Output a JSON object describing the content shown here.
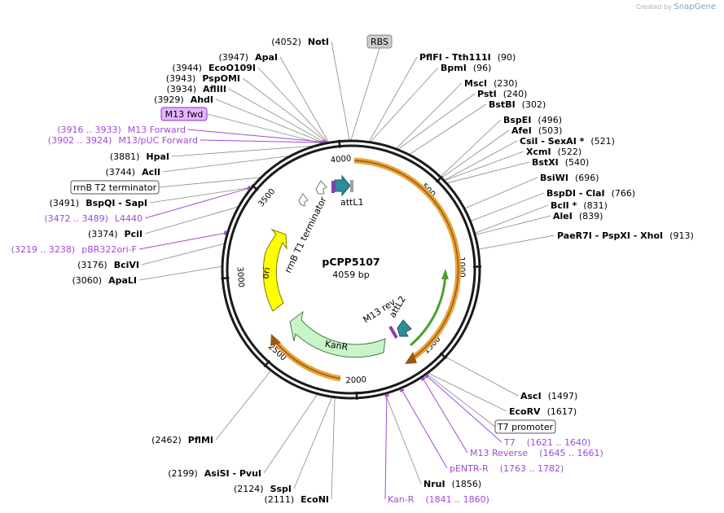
{
  "credit": {
    "prefix": "Created by",
    "brand": "SnapGene"
  },
  "plasmid": {
    "name": "pCPP5107",
    "length_label": "4059 bp",
    "length": 4059
  },
  "ticks": [
    {
      "pos": 500,
      "label": "500"
    },
    {
      "pos": 1000,
      "label": "1000"
    },
    {
      "pos": 1500,
      "label": "1500"
    },
    {
      "pos": 2000,
      "label": "2000"
    },
    {
      "pos": 2500,
      "label": "2500"
    },
    {
      "pos": 3000,
      "label": "3000"
    },
    {
      "pos": 3500,
      "label": "3500"
    },
    {
      "pos": 4000,
      "label": "4000"
    }
  ],
  "sites": [
    {
      "name": "NotI",
      "pos": "(4052)",
      "side": "left"
    },
    {
      "name": "ApaI",
      "pos": "(3947)",
      "side": "left"
    },
    {
      "name": "EcoO109I",
      "pos": "(3944)",
      "side": "left"
    },
    {
      "name": "PspOMI",
      "pos": "(3943)",
      "side": "left"
    },
    {
      "name": "AflIII",
      "pos": "(3934)",
      "side": "left"
    },
    {
      "name": "AhdI",
      "pos": "(3929)",
      "side": "left"
    },
    {
      "name": "HpaI",
      "pos": "(3881)",
      "side": "left"
    },
    {
      "name": "AclI",
      "pos": "(3744)",
      "side": "left"
    },
    {
      "name": "BspQI  - SapI",
      "pos": "(3491)",
      "side": "left"
    },
    {
      "name": "PciI",
      "pos": "(3374)",
      "side": "left"
    },
    {
      "name": "BciVI",
      "pos": "(3176)",
      "side": "left"
    },
    {
      "name": "ApaLI",
      "pos": "(3060)",
      "side": "left"
    },
    {
      "name": "PflMI",
      "pos": "(2462)",
      "side": "left"
    },
    {
      "name": "AsiSI  - PvuI",
      "pos": "(2199)",
      "side": "left"
    },
    {
      "name": "SspI",
      "pos": "(2124)",
      "side": "left"
    },
    {
      "name": "EcoNI",
      "pos": "(2111)",
      "side": "left"
    },
    {
      "name": "PflFI  - Tth111I",
      "pos": "(90)",
      "side": "right"
    },
    {
      "name": "BpmI",
      "pos": "(96)",
      "side": "right"
    },
    {
      "name": "MscI",
      "pos": "(230)",
      "side": "right"
    },
    {
      "name": "PstI",
      "pos": "(240)",
      "side": "right"
    },
    {
      "name": "BstBI",
      "pos": "(302)",
      "side": "right"
    },
    {
      "name": "BspEI",
      "pos": "(496)",
      "side": "right"
    },
    {
      "name": "AfeI",
      "pos": "(503)",
      "side": "right"
    },
    {
      "name": "CsiI  - SexAI *",
      "pos": "(521)",
      "side": "right"
    },
    {
      "name": "XcmI",
      "pos": "(522)",
      "side": "right"
    },
    {
      "name": "BstXI",
      "pos": "(540)",
      "side": "right"
    },
    {
      "name": "BsiWI",
      "pos": "(696)",
      "side": "right"
    },
    {
      "name": "BspDI  - ClaI",
      "pos": "(766)",
      "side": "right"
    },
    {
      "name": "BclI *",
      "pos": "(831)",
      "side": "right"
    },
    {
      "name": "AleI",
      "pos": "(839)",
      "side": "right"
    },
    {
      "name": "PaeR7I  - PspXI  - XhoI",
      "pos": "(913)",
      "side": "right"
    },
    {
      "name": "AscI",
      "pos": "(1497)",
      "side": "right"
    },
    {
      "name": "EcoRV",
      "pos": "(1617)",
      "side": "right"
    },
    {
      "name": "NruI",
      "pos": "(1856)",
      "side": "right"
    }
  ],
  "primers": [
    {
      "name": "M13 Forward",
      "range": "(3916 .. 3933)"
    },
    {
      "name": "M13/pUC Forward",
      "range": "(3902 .. 3924)"
    },
    {
      "name": "L4440",
      "range": "(3472 .. 3489)"
    },
    {
      "name": "pBR322ori-F",
      "range": "(3219 .. 3238)"
    },
    {
      "name": "T7",
      "range": "(1621 .. 1640)"
    },
    {
      "name": "M13 Reverse",
      "range": "(1645 .. 1661)"
    },
    {
      "name": "pENTR-R",
      "range": "(1763 .. 1782)"
    },
    {
      "name": "Kan-R",
      "range": "(1841 .. 1860)"
    }
  ],
  "boxes": [
    {
      "label": "RBS"
    },
    {
      "label": "M13 fwd"
    },
    {
      "label": "rrnB T2 terminator"
    },
    {
      "label": "T7 promoter"
    }
  ],
  "features": [
    {
      "label": "rrnB T1 terminator"
    },
    {
      "label": "attL1"
    },
    {
      "label": "ori"
    },
    {
      "label": "KanR"
    },
    {
      "label": "M13 rev"
    },
    {
      "label": "attL2"
    }
  ],
  "colors": {
    "backbone": "#1a1a1a",
    "orange_arrow": "#e8a33a",
    "orange_stroke": "#9a5a10",
    "green_arrow": "#4aa02c",
    "ori": "#ffff00",
    "kanr": "#c8f5c8",
    "teal": "#2f8a9a",
    "primer": "#a24ad6",
    "rbs_box": "#cccccc",
    "m13_box": "#e6b3ff"
  }
}
